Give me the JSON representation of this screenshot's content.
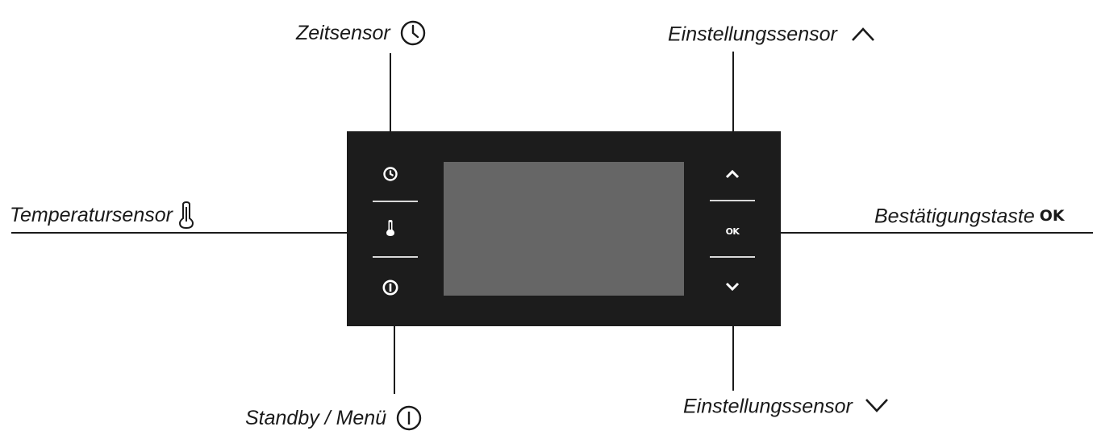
{
  "labels": {
    "time_sensor": "Zeitsensor",
    "temperature_sensor": "Temperatursensor",
    "standby_menu": "Standby / Menü",
    "adjust_up": "Einstellungssensor",
    "confirm": "Bestätigungstaste",
    "adjust_down": "Einstellungssensor"
  },
  "panel": {
    "ok_text": "OK",
    "confirm_symbol": "OK"
  },
  "icons": {
    "time": "clock-icon",
    "temperature": "thermometer-icon",
    "standby": "power-icon",
    "up": "chevron-up-icon",
    "down": "chevron-down-icon"
  },
  "colors": {
    "panel": "#1c1c1c",
    "display": "#666666",
    "separator": "#d8d8d8",
    "text": "#1a1a1a"
  }
}
